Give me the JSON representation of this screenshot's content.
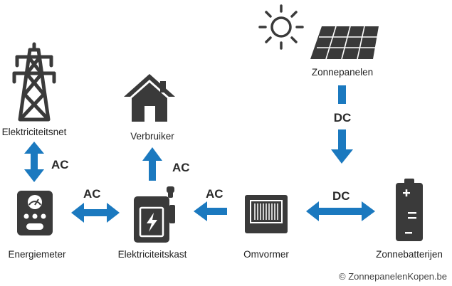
{
  "nodes": {
    "grid": "Elektriciteitsnet",
    "meter": "Energiemeter",
    "consumer": "Verbruiker",
    "cabinet": "Elektriciteitskast",
    "inverter": "Omvormer",
    "panels": "Zonnepanelen",
    "battery": "Zonnebatterijen"
  },
  "flows": {
    "grid_meter": "AC",
    "meter_cabinet": "AC",
    "cabinet_consumer": "AC",
    "inverter_cabinet": "AC",
    "panels_inverter": "DC",
    "inverter_battery": "DC"
  },
  "copyright": "© ZonnepanelenKopen.be",
  "colors": {
    "arrow": "#1b79bf",
    "icon": "#3a3a3a"
  },
  "icons": {
    "grid": "power-pylon-icon",
    "meter": "energy-meter-icon",
    "consumer": "house-icon",
    "cabinet": "electric-cabinet-icon",
    "inverter": "inverter-icon",
    "panels": "solar-panel-icon",
    "sun": "sun-icon",
    "battery": "battery-icon"
  }
}
